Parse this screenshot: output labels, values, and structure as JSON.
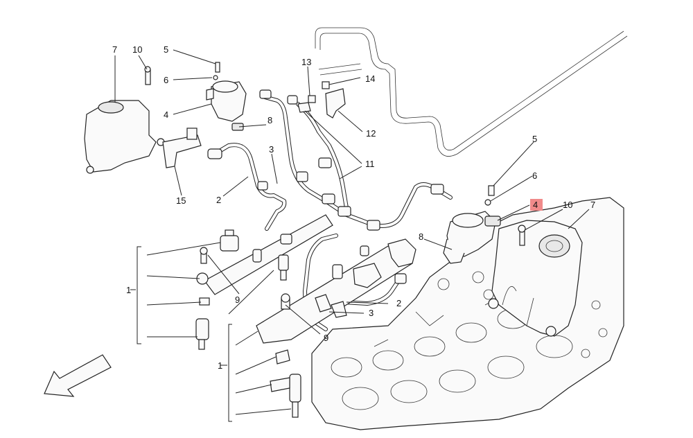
{
  "callouts": {
    "c7_left": "7",
    "c10_left": "10",
    "c5_left": "5",
    "c6_left": "6",
    "c4_left": "4",
    "c8_left": "8",
    "c3_left": "3",
    "c2_left": "2",
    "c15": "15",
    "c13": "13",
    "c14": "14",
    "c12": "12",
    "c11": "11",
    "c5_right": "5",
    "c6_right": "6",
    "c4_right": "4",
    "c10_right": "10",
    "c7_right": "7",
    "c8_right": "8",
    "c1_left": "1",
    "c9_left": "9",
    "c2_mid": "2",
    "c3_mid": "3",
    "c9_mid": "9",
    "c1_bottom": "1"
  },
  "highlight": {
    "callout": "4",
    "color": "#f08a8a"
  },
  "icons": {
    "direction": "direction-arrow-icon"
  }
}
